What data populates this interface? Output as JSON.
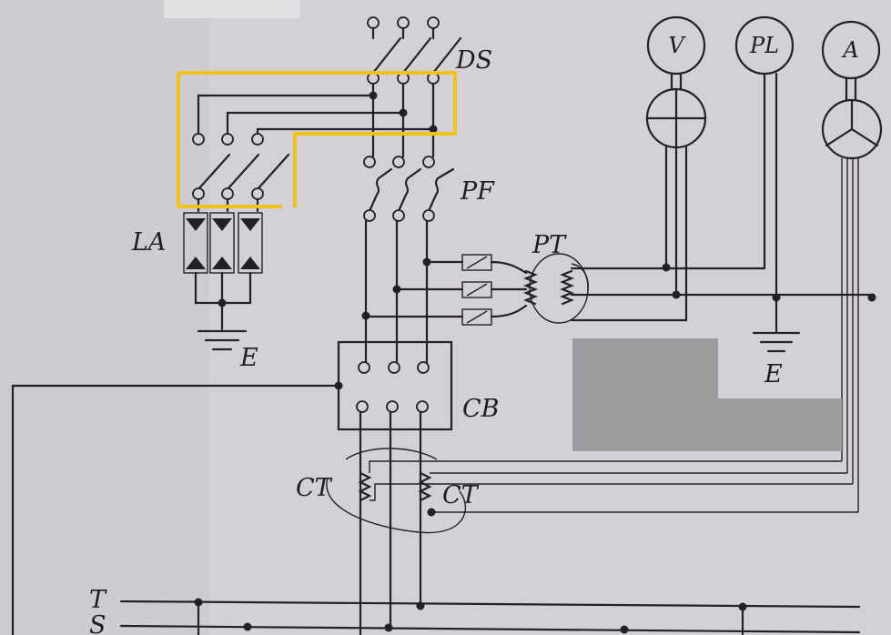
{
  "diagram": {
    "labels": {
      "ds": "DS",
      "pf": "PF",
      "la": "LA",
      "pt": "PT",
      "cb": "CB",
      "ct_left": "CT",
      "ct_right": "CT",
      "earth_la": "E",
      "earth_meter": "E",
      "bus_t": "T",
      "bus_s": "S"
    },
    "meters": {
      "voltmeter": "V",
      "pilot_lamp": "PL",
      "ammeter": "A"
    },
    "colors": {
      "paper": "#d4d1d6",
      "ink": "#232026",
      "highlight": "#f2c218",
      "redaction": "#9e9b9f"
    }
  }
}
